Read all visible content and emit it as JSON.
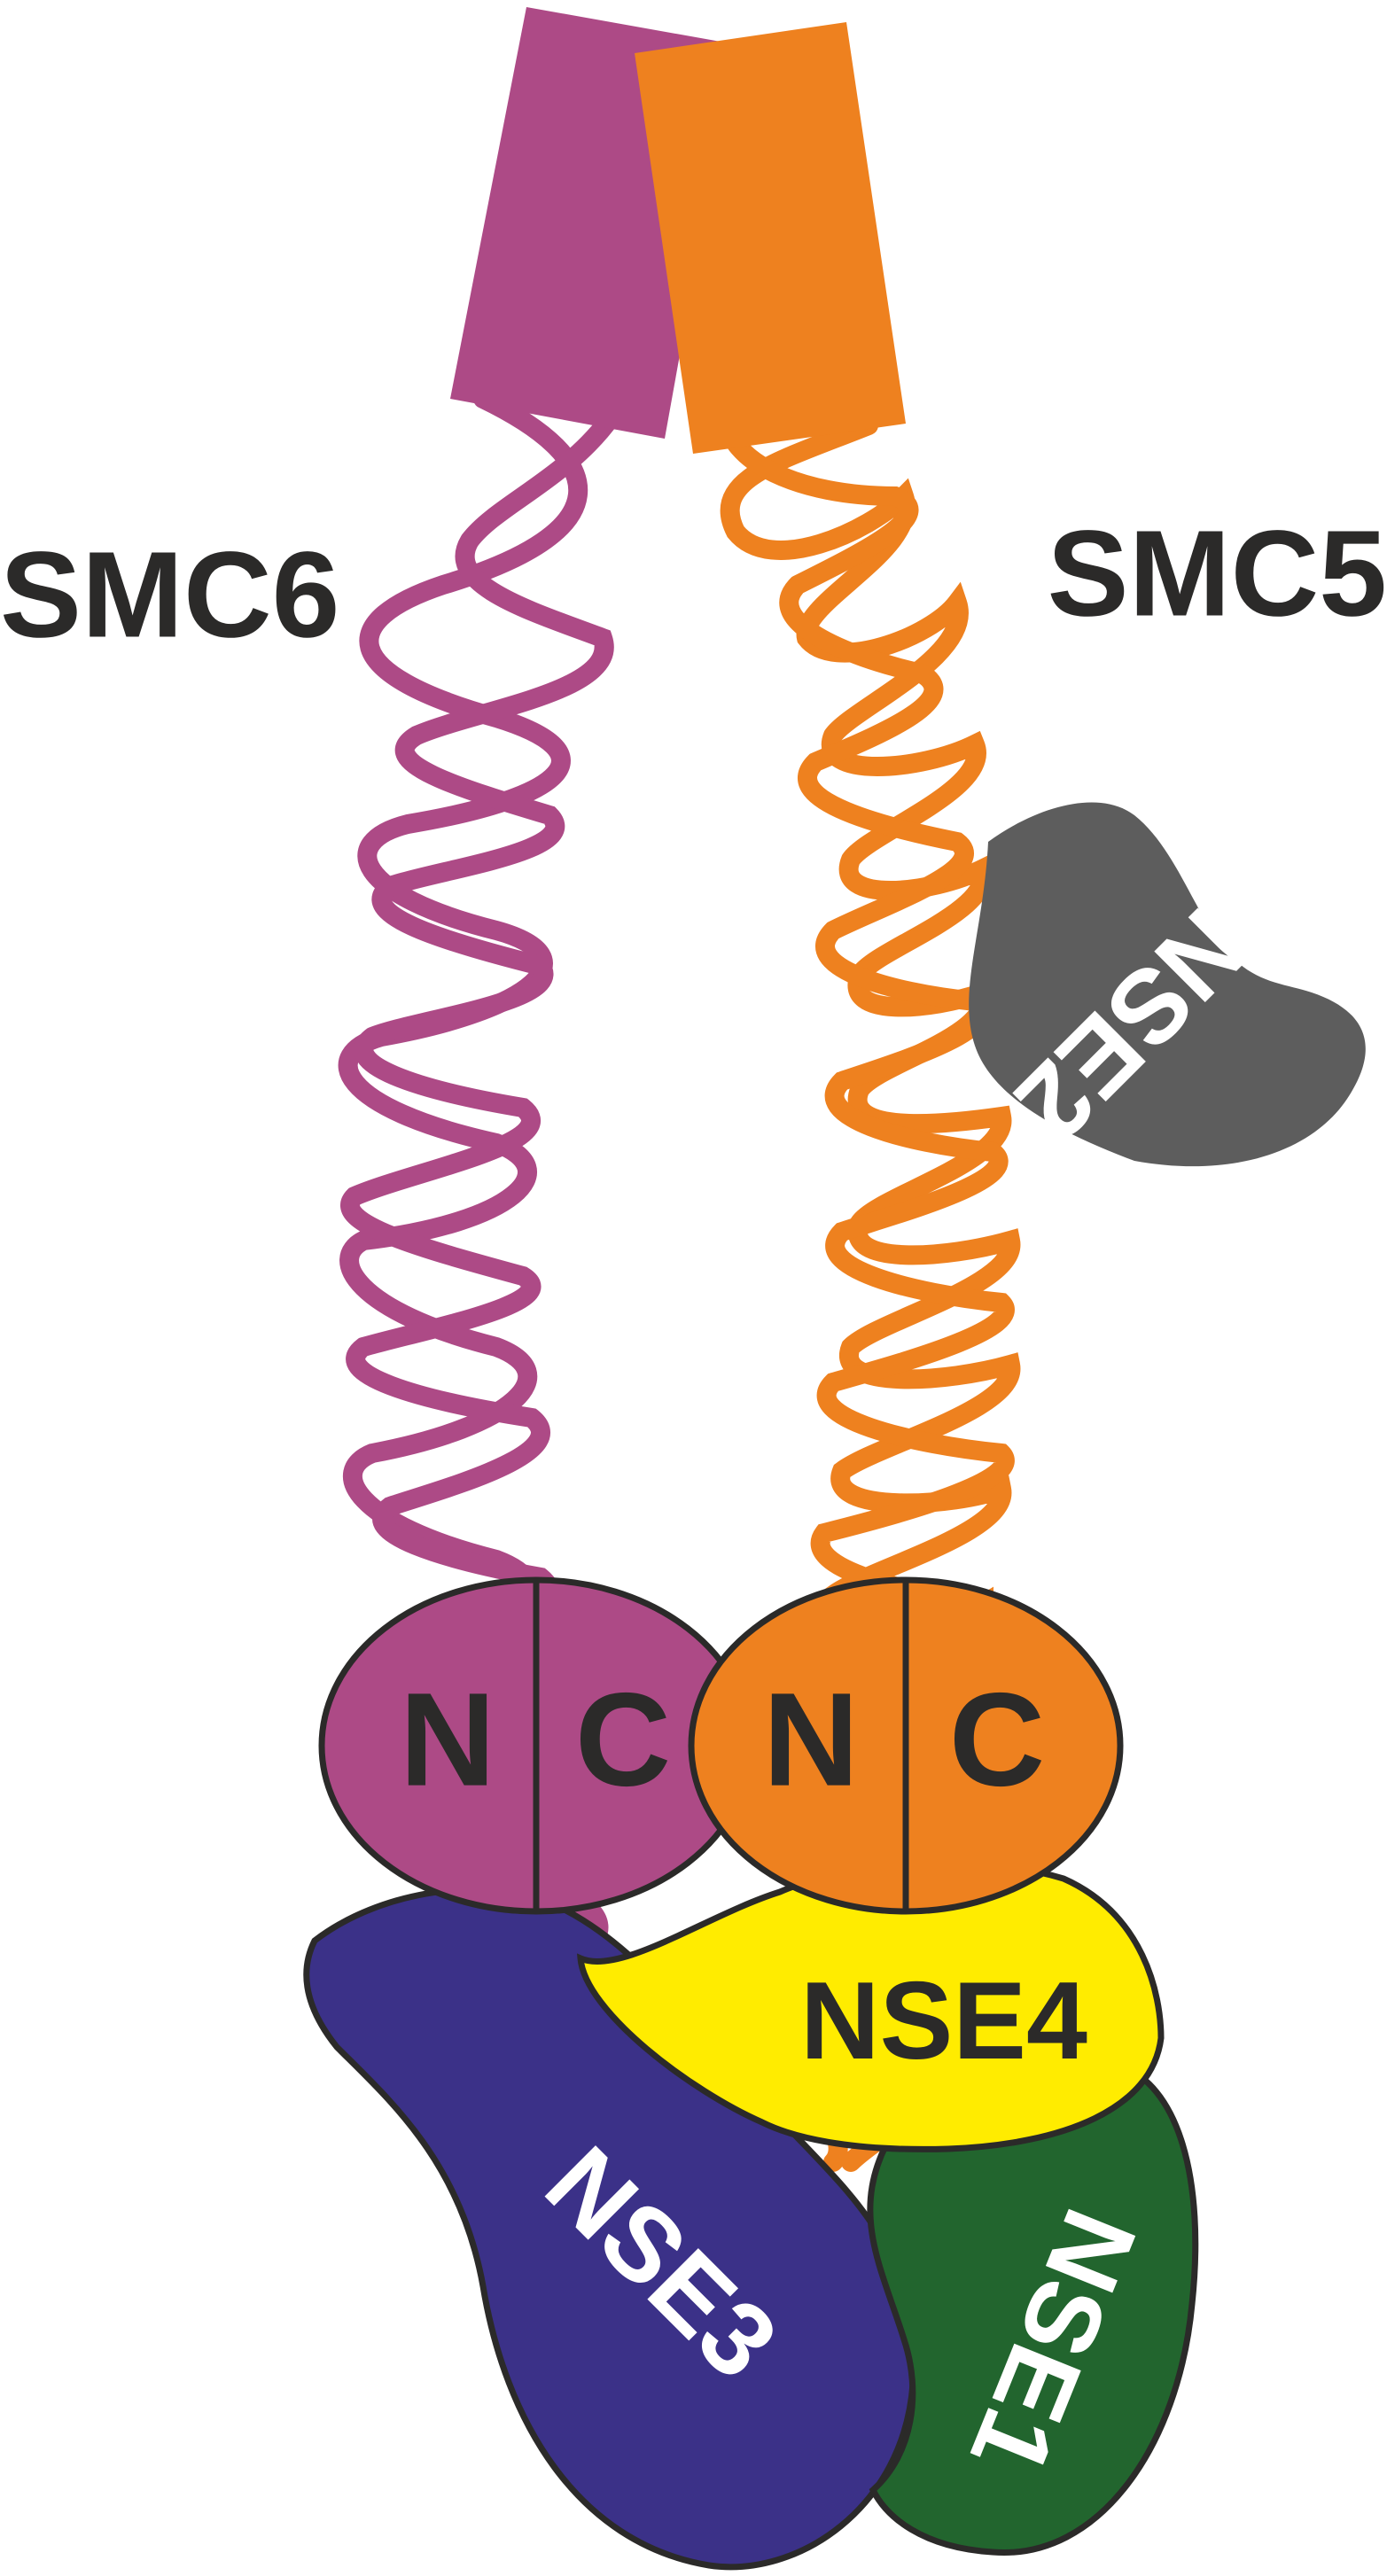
{
  "labels": {
    "smc6": "SMC6",
    "smc5": "SMC5",
    "smc6_n": "N",
    "smc6_c": "C",
    "smc5_n": "N",
    "smc5_c": "C",
    "nse4": "NSE4",
    "nse3": "NSE3",
    "nse1": "NSE1",
    "nse2": "NSE2"
  },
  "colors": {
    "smc6": "#ad4a86",
    "smc5": "#ee811f",
    "nse2": "#5d5d5d",
    "nse4": "#ffec00",
    "nse3": "#3b3188",
    "nse1": "#22652e",
    "outline": "#2b2a29",
    "dark_text": "#2b2a29",
    "light_text": "#ffffff"
  }
}
